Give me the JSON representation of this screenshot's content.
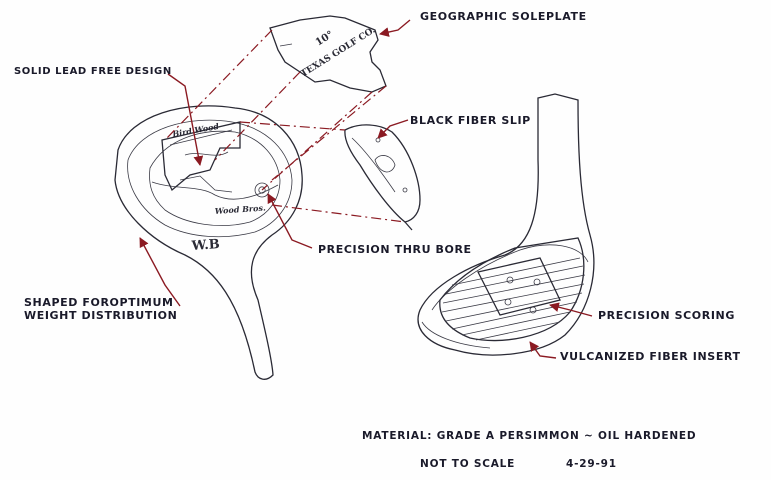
{
  "labels": {
    "geographic_soleplate": "GEOGRAPHIC SOLEPLATE",
    "solid_lead_free_design": "SOLID LEAD FREE DESIGN",
    "black_fiber_slip": "BLACK FIBER SLIP",
    "precision_thru_bore": "PRECISION THRU BORE",
    "shaped_line1": "SHAPED FOROPTIMUM",
    "shaped_line2": "WEIGHT DISTRIBUTION",
    "precision_scoring": "PRECISION SCORING",
    "vulcanized_fiber_insert": "VULCANIZED FIBER INSERT"
  },
  "soleplate_stamp": {
    "degree": "10°",
    "maker": "TEXAS GOLF CO."
  },
  "head_stamp": {
    "initials": "W.B",
    "script": "Wood Bros."
  },
  "footer": {
    "material": "MATERIAL: GRADE A PERSIMMON ~ OIL HARDENED",
    "scale_note": "NOT TO SCALE",
    "date": "4-29-91"
  },
  "colors": {
    "ink": "#2a2a35",
    "leader": "#8b1a22",
    "paper": "#fefefe"
  }
}
